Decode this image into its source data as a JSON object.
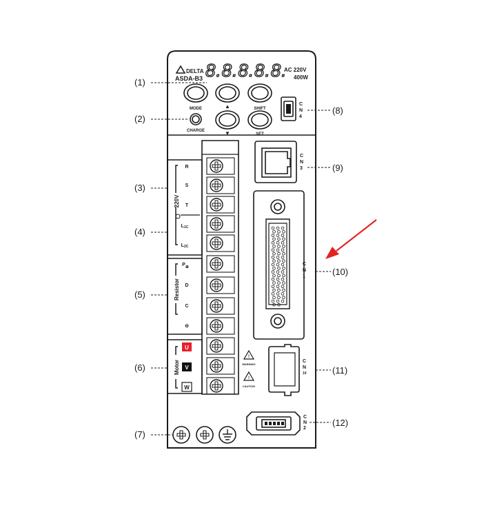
{
  "device": {
    "brand": "DELTA",
    "model": "ASDA-B3",
    "display_digits": "8.8.8.8.8.",
    "rating_voltage": "AC 220V",
    "rating_power": "400W",
    "keys": {
      "mode": "MODE",
      "shift": "SHIFT",
      "set": "SET",
      "up": "▲",
      "down": "▼",
      "charge": "CHARGE"
    },
    "power_group_label": "220V",
    "resistor_group_label": "Resistor",
    "motor_group_label": "Motor",
    "terminal_labels": {
      "r": "R",
      "s": "S",
      "t": "T",
      "l1c_main": "L",
      "l1c_sub": "1C",
      "l2c_main": "L",
      "l2c_sub": "2C",
      "p_main": "P",
      "p_sub": "⊕",
      "d": "D",
      "c": "C",
      "n": "⊖",
      "u": "U",
      "v": "V",
      "w": "W"
    },
    "connector_labels": {
      "cn4": [
        "C",
        "N",
        "4"
      ],
      "cn3": [
        "C",
        "N",
        "3"
      ],
      "cn1": [
        "C",
        "N",
        "1"
      ],
      "cn10": [
        "C",
        "N",
        "10"
      ],
      "cn2": [
        "C",
        "N",
        "2"
      ]
    },
    "warning_label": "WARNING",
    "caution_label": "CAUTION"
  },
  "callouts": {
    "c1": "(1)",
    "c2": "(2)",
    "c3": "(3)",
    "c4": "(4)",
    "c5": "(5)",
    "c6": "(6)",
    "c7": "(7)",
    "c8": "(8)",
    "c9": "(9)",
    "c10": "(10)",
    "c11": "(11)",
    "c12": "(12)"
  },
  "colors": {
    "line": "#1a1a1a",
    "u_terminal": "#e8202a",
    "v_terminal": "#111111",
    "arrow": "#e32222"
  }
}
